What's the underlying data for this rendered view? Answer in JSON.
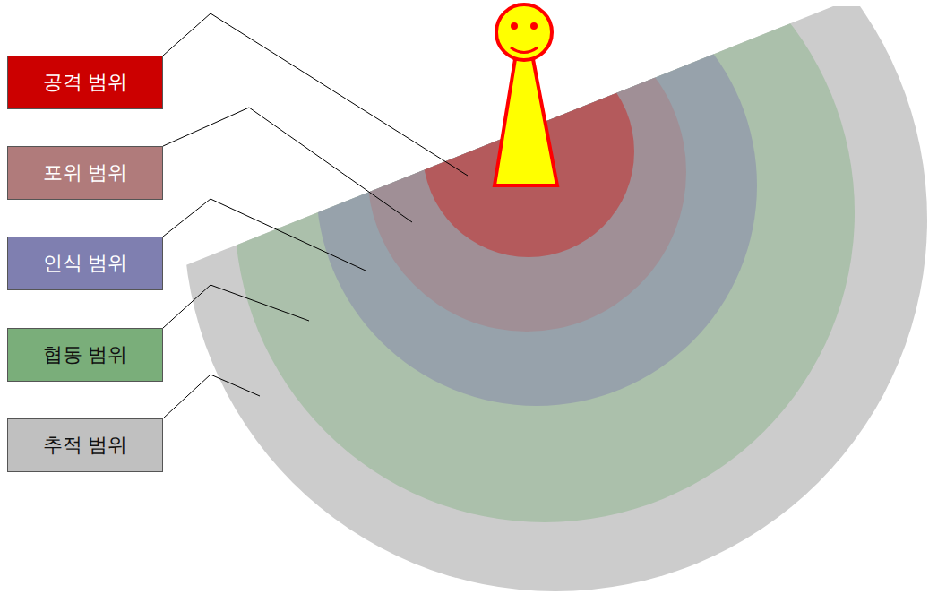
{
  "diagram": {
    "nodes": [
      {
        "text": [
          "공격 범위"
        ]
      },
      {
        "text": [
          "포위 범위"
        ]
      },
      {
        "text": [
          "인식 범위"
        ]
      },
      {
        "text": [
          "협동 범위"
        ]
      },
      {
        "text": [
          "추적 범위"
        ]
      }
    ]
  }
}
